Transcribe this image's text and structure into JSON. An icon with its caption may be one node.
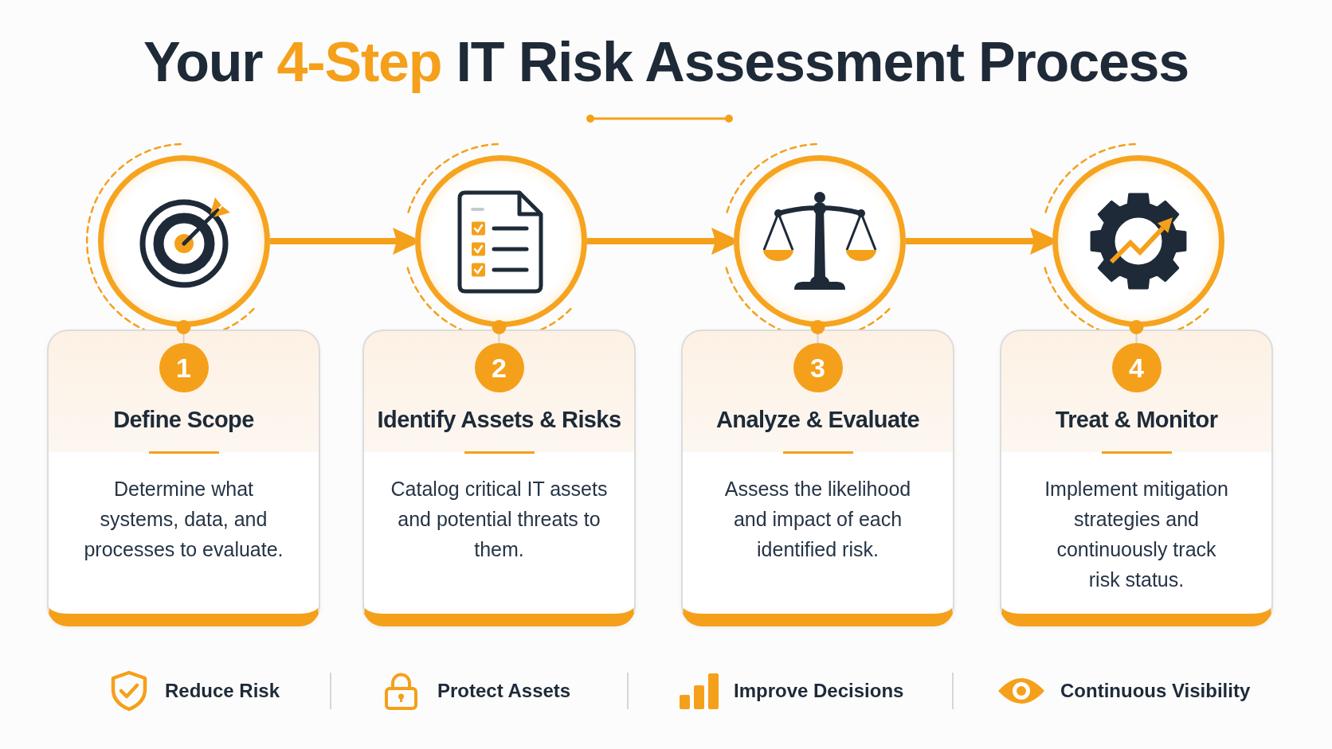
{
  "diagram": {
    "title": "Your **4-Step** IT Risk Assessment Process",
    "nodes": [
      {
        "text": [],
        "shape": "circle"
      },
      {
        "text": [],
        "shape": "circle"
      },
      {
        "text": [],
        "shape": "circle"
      },
      {
        "text": [],
        "shape": "circle"
      },
      {
        "text": [
          "Define Scope",
          "Determine what systems, data, and processes to evaluate."
        ]
      },
      {
        "text": [
          "1"
        ],
        "in": 4
      },
      {
        "text": [
          "Identify Assets & Risks",
          "Catalog critical IT assets and potential threats to them."
        ]
      },
      {
        "text": [
          "2"
        ],
        "in": 6
      },
      {
        "text": [
          "Analyze & Evaluate",
          "Assess the likelihood and impact of each identified risk."
        ]
      },
      {
        "text": [
          "3"
        ],
        "in": 8
      },
      {
        "text": [
          "Treat & Monitor",
          "Implement mitigation strategies and continuously track risk status."
        ]
      },
      {
        "text": [
          "4"
        ],
        "in": 10
      }
    ],
    "edges": [
      {
        "from": 0,
        "to": 1,
        "arrow": "to",
        "style": "thick",
        "color": "#f5a01a"
      },
      {
        "from": 1,
        "to": 2,
        "arrow": "to",
        "style": "thick",
        "color": "#f5a01a"
      },
      {
        "from": 2,
        "to": 3,
        "arrow": "to",
        "style": "thick",
        "color": "#f5a01a"
      },
      {
        "from": 0,
        "to": 5,
        "arrow": "other"
      },
      {
        "from": 1,
        "to": 7,
        "arrow": "other"
      },
      {
        "from": 2,
        "to": 9,
        "arrow": "other"
      },
      {
        "from": 3,
        "to": 11,
        "arrow": "other"
      }
    ],
    "labels": [
      "Reduce Risk",
      "Protect Assets",
      "Improve Decisions",
      "Continuous Visibility"
    ]
  }
}
